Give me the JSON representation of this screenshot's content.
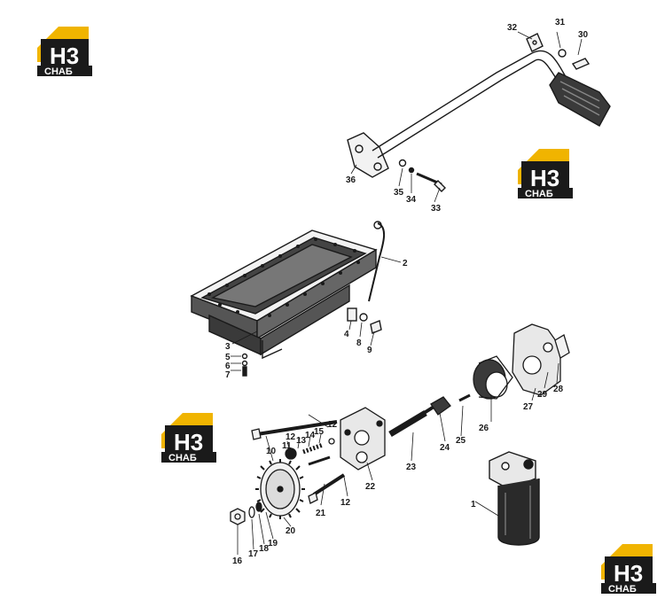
{
  "logo": {
    "mark": "H3",
    "text": "СНАБ",
    "colors": {
      "roof": "#f0b400",
      "body": "#1a1a1a",
      "text": "#ffffff"
    },
    "count": 4
  },
  "callouts": [
    "1",
    "2",
    "3",
    "4",
    "5",
    "6",
    "7",
    "8",
    "9",
    "10",
    "11",
    "12",
    "12",
    "12",
    "13",
    "14",
    "15",
    "16",
    "17",
    "18",
    "19",
    "20",
    "21",
    "22",
    "23",
    "24",
    "25",
    "26",
    "27",
    "28",
    "29",
    "30",
    "31",
    "32",
    "33",
    "34",
    "35",
    "36"
  ],
  "colors": {
    "line": "#1a1a1a",
    "shade": "#3a3a3a",
    "paper": "#ffffff"
  }
}
